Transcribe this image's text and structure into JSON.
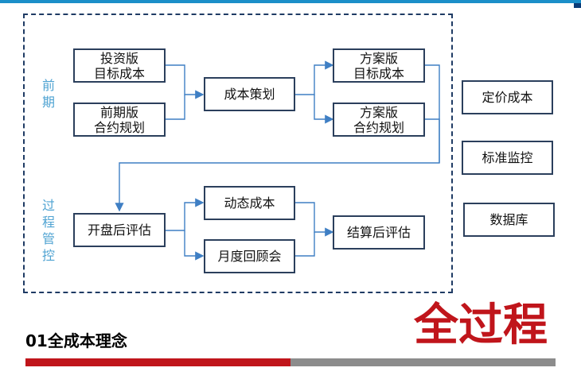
{
  "boxes": {
    "invest_target": "投资版\n目标成本",
    "early_contract": "前期版\n合约规划",
    "cost_planning": "成本策划",
    "scheme_target": "方案版\n目标成本",
    "scheme_contract": "方案版\n合约规划",
    "opening_eval": "开盘后评估",
    "dynamic_cost": "动态成本",
    "monthly_review": "月度回顾会",
    "settlement_eval": "结算后评估",
    "pricing_cost": "定价成本",
    "standard_monitor": "标准监控",
    "database": "数据库"
  },
  "side_labels": {
    "early": "前期",
    "process": "过程管控"
  },
  "footer": {
    "section_title": "01全成本理念",
    "big_title": "全过程"
  },
  "colors": {
    "accent_red": "#c0151b",
    "accent_blue": "#1b8fc9",
    "label_blue": "#4fa3d2",
    "border": "#2b3f5c"
  }
}
